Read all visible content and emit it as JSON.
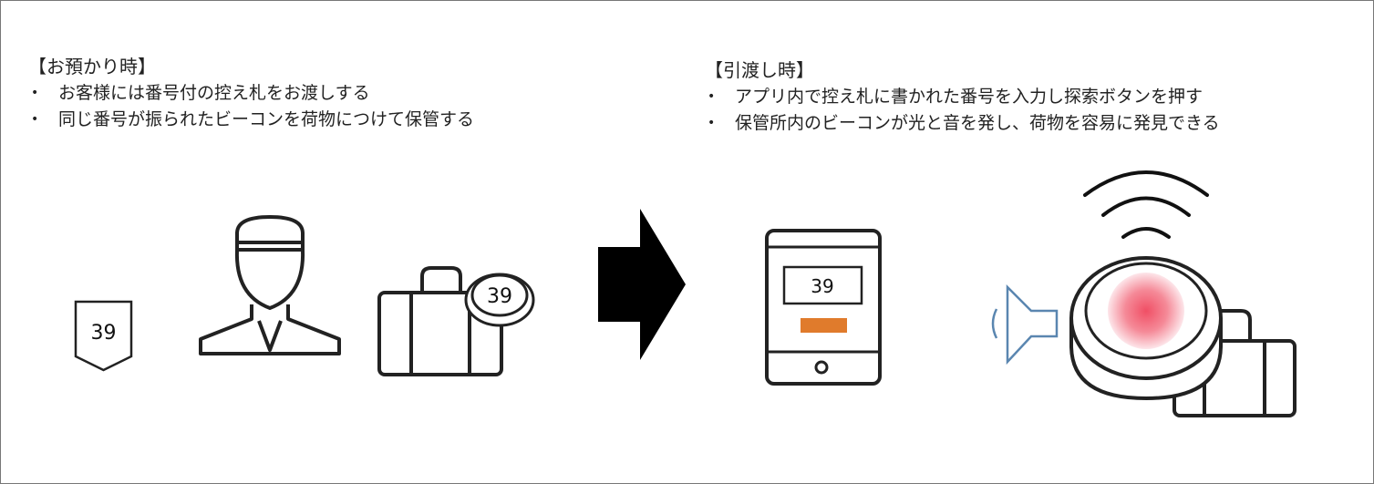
{
  "deposit": {
    "title": "【お預かり時】",
    "items": [
      "お客様には番号付の控え札をお渡しする",
      "同じ番号が振られたビーコンを荷物につけて保管する"
    ]
  },
  "handover": {
    "title": "【引渡し時】",
    "items": [
      "アプリ内で控え札に書かれた番号を入力し探索ボタンを押す",
      "保管所内のビーコンが光と音を発し、荷物を容易に発見できる"
    ]
  },
  "icons": {
    "tag_number": "39",
    "beacon_number": "39",
    "app_input_value": "39"
  },
  "colors": {
    "search_button": "#e07b2c",
    "beacon_light": "#f06070",
    "speaker": "#5a86b0"
  }
}
